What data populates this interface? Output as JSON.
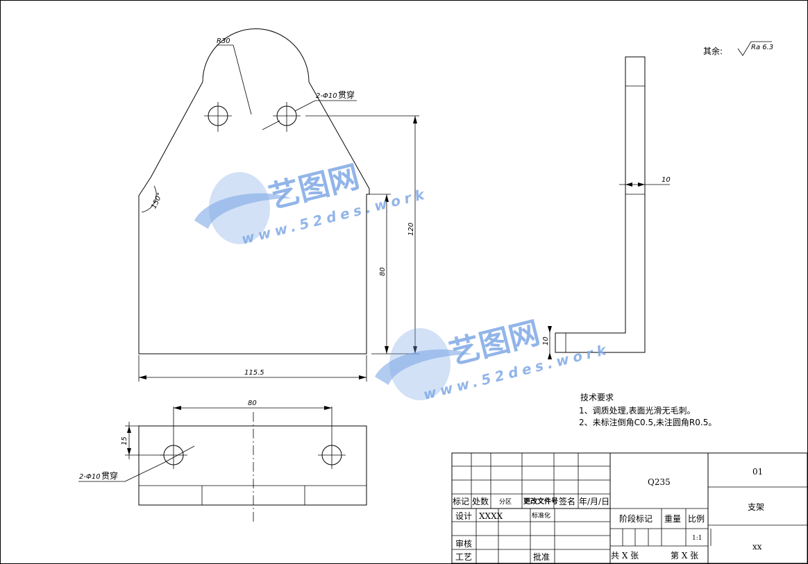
{
  "surface_finish": {
    "prefix": "其余:",
    "value": "Ra 6.3"
  },
  "front_view": {
    "radius_label": "R30",
    "hole_label": "2-Φ10",
    "hole_suffix": "贯穿",
    "angle_label": "150°",
    "dim_height_total": "120",
    "dim_height_side": "80",
    "dim_width": "115.5"
  },
  "side_view": {
    "thickness_label": "10",
    "foot_label": "10"
  },
  "top_view": {
    "spacing_label": "80",
    "offset_label": "15",
    "hole_label": "2-Φ10",
    "hole_suffix": "贯穿"
  },
  "tech_requirements": {
    "title": "技术要求",
    "items": [
      "1、调质处理,表面光滑无毛刺。",
      "2、未标注倒角C0.5,未注圆角R0.5。"
    ]
  },
  "title_block": {
    "material": "Q235",
    "drawing_number": "01",
    "part_name": "支架",
    "company": "xx",
    "mark": "标记",
    "count": "处数",
    "zone": "分区",
    "change_doc": "更改文件号",
    "sign": "签名",
    "date": "年/月/日",
    "design": "设计",
    "designer": "XXXX",
    "standardize": "标准化",
    "review": "审核",
    "process": "工艺",
    "approve": "批准",
    "stage_mark": "阶段标记",
    "weight": "重量",
    "scale_label": "比例",
    "scale": "1:1",
    "total_sheets": "共 X 张",
    "sheet_no": "第 X 张"
  },
  "watermark": {
    "brand": "艺图网",
    "url": "www.52des.work"
  }
}
